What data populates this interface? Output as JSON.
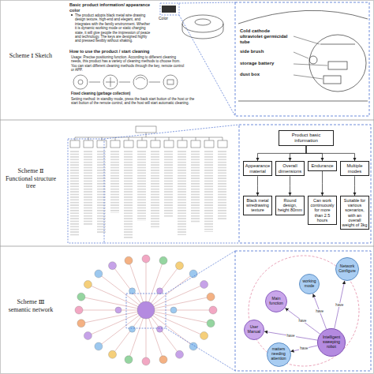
{
  "diagram": {
    "nodes": [
      {
        "text": [
          "Product basic information"
        ]
      },
      {
        "text": [
          "Appearance material"
        ]
      },
      {
        "text": [
          "Overall dimensions"
        ]
      },
      {
        "text": [
          "Endurance"
        ]
      },
      {
        "text": [
          "Multiple modes"
        ]
      },
      {
        "text": [
          "Black metal wiredrawing texture"
        ]
      },
      {
        "text": [
          "Round design, height 80mm"
        ]
      },
      {
        "text": [
          "Can work continuously for more than 2.5 hours"
        ]
      },
      {
        "text": [
          "Suitable for various scenarios, with an overall weight of 3kg"
        ]
      },
      {
        "text": [
          "Intelligent sweeping robot"
        ]
      },
      {
        "text": [
          "Network Configure"
        ]
      },
      {
        "text": [
          "working mode"
        ]
      },
      {
        "text": [
          "Main function"
        ]
      },
      {
        "text": [
          "User Manual"
        ]
      },
      {
        "text": [
          "matters needing attention"
        ]
      }
    ],
    "edges": [
      {
        "from": 0,
        "to": 1,
        "arrow": "to"
      },
      {
        "from": 0,
        "to": 2,
        "arrow": "to"
      },
      {
        "from": 0,
        "to": 3,
        "arrow": "to"
      },
      {
        "from": 0,
        "to": 4,
        "arrow": "to"
      },
      {
        "from": 1,
        "to": 5,
        "arrow": "to"
      },
      {
        "from": 2,
        "to": 6,
        "arrow": "to"
      },
      {
        "from": 3,
        "to": 7,
        "arrow": "to"
      },
      {
        "from": 4,
        "to": 8,
        "arrow": "to"
      },
      {
        "from": 9,
        "to": 10,
        "label": "have",
        "arrow": "to"
      },
      {
        "from": 9,
        "to": 11,
        "label": "have",
        "arrow": "to"
      },
      {
        "from": 9,
        "to": 12,
        "label": "have",
        "arrow": "to"
      },
      {
        "from": 9,
        "to": 13,
        "label": "have",
        "arrow": "to"
      },
      {
        "from": 9,
        "to": 14,
        "label": "have",
        "arrow": "to"
      }
    ],
    "labels": [
      "Scheme Ⅰ Sketch",
      "Basic product information/ appearance color",
      "The product adopts black metal wire drawing design texture, high-end and elegant, and integrates with the family environment. Whether it is dynamic working mode or static charging state, it will give people the impression of peace and technology. The keys are designed highly and pressed flexibly without shaking.",
      "Color",
      "How to use the product / start cleaning",
      "Usage: Precise positioning function. According to different cleaning needs, this product has a variety of cleaning methods to choose from. You can start different cleaning methods through the key, remote control or APP.",
      "Fixed cleaning (garbage collection)",
      "Setting method: in standby mode, press the back start button of the host or the start button of the remote control, and the host will start automatic cleaning.",
      "Cold cathode ultraviolet germicidal tube",
      "side brush",
      "storage battery",
      "dust box",
      "Scheme Ⅱ Functional structure tree",
      "Scheme Ⅲ semantic network"
    ]
  }
}
